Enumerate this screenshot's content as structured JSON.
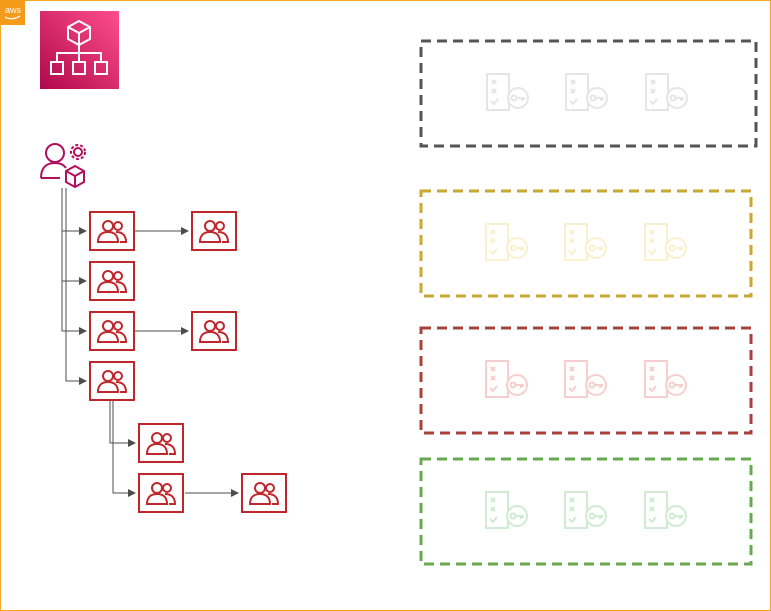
{
  "aws_logo": {
    "text": "aws",
    "color": "#f59b1c"
  },
  "colors": {
    "frame_border": "#f5a623",
    "ou_icon_bg": "#d6266d",
    "account_red": "#c0272d",
    "user_icon": "#b0105d",
    "arrow": "#4d4d4d",
    "policy_gray": "#555555",
    "policy_yellow": "#c8a832",
    "policy_red": "#a8413c",
    "policy_green": "#6aa84f"
  },
  "icons": {
    "organizations": "organizations-icon",
    "management_user": "user-gear-icon",
    "account": "account-users-icon",
    "policy": "checklist-key-icon"
  },
  "tree": {
    "root": "management-account",
    "children": [
      {
        "id": "account-a",
        "children": [
          "account-a1"
        ]
      },
      {
        "id": "account-b",
        "children": []
      },
      {
        "id": "account-c",
        "children": [
          "account-c1"
        ]
      },
      {
        "id": "account-d",
        "children": [
          "account-d1",
          {
            "id": "account-d2",
            "children": [
              "account-d2a"
            ]
          }
        ]
      }
    ]
  },
  "policy_groups": [
    {
      "id": "gray",
      "policies": 3
    },
    {
      "id": "yellow",
      "policies": 3
    },
    {
      "id": "red",
      "policies": 3
    },
    {
      "id": "green",
      "policies": 3
    }
  ]
}
